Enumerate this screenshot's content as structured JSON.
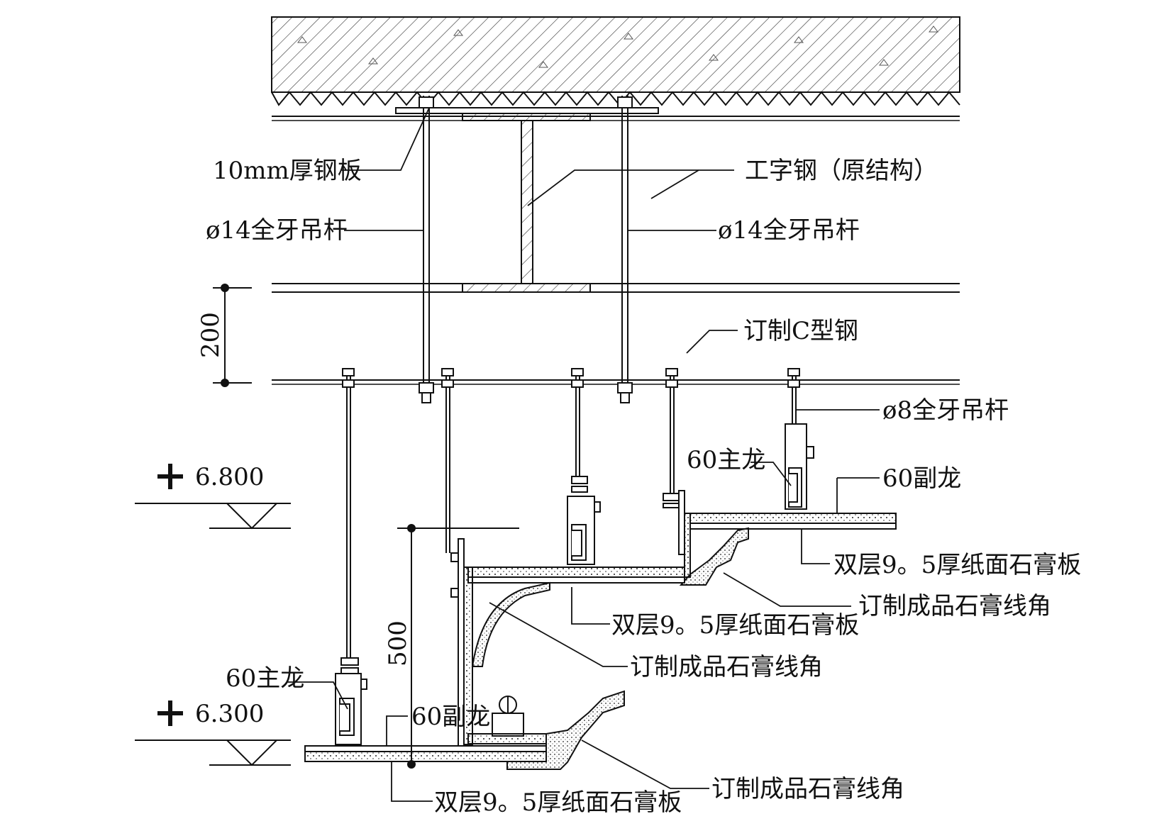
{
  "labels": {
    "steel_plate": "10mm厚钢板",
    "i_beam": "工字钢（原结构）",
    "rod14_left": "ø14全牙吊杆",
    "rod14_right": "ø14全牙吊杆",
    "c_steel": "订制C型钢",
    "rod8": "ø8全牙吊杆",
    "main_keel_upper": "60主龙",
    "sub_keel_upper": "60副龙",
    "board_upper": "双层9。5厚纸面石膏板",
    "molding_upper": "订制成品石膏线角",
    "board_middle": "双层9。5厚纸面石膏板",
    "molding_middle": "订制成品石膏线角",
    "main_keel_lower": "60主龙",
    "sub_keel_lower": "60副龙",
    "molding_lower": "订制成品石膏线角",
    "board_lower": "双层9。5厚纸面石膏板"
  },
  "dimensions": {
    "dim_200": "200",
    "dim_500": "500"
  },
  "elevations": {
    "upper": "6.800",
    "lower": "6.300"
  },
  "colors": {
    "line": "#111111",
    "hatch": "#333333"
  }
}
